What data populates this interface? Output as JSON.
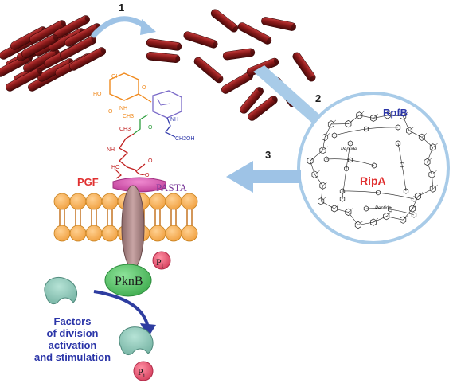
{
  "steps": {
    "one": "1",
    "two": "2",
    "three": "3"
  },
  "enzymes": {
    "rpfb": "RpfB",
    "ripa": "RipA",
    "peptide_a": "Peptide",
    "peptide_b": "Peptide"
  },
  "membrane": {
    "pgf": "PGF",
    "pasta": "PASTA",
    "pknb": "PknB",
    "pi_kinase": "P",
    "pi_kinase_sub": "i"
  },
  "factors": {
    "line1": "Factors",
    "line2": "of division",
    "line3": "activation",
    "line4": "and stimulation",
    "pi": "P",
    "pi_sub": "i"
  },
  "molecule": {
    "ho1": "HO",
    "oh1": "OH",
    "o1": "O",
    "nh1": "NH",
    "o2": "O",
    "ch3a": "CH3",
    "nh2": "NH",
    "ch2oh": "CH2OH",
    "ch3b": "CH3",
    "o3": "O",
    "nh3": "NH",
    "ho2": "HO",
    "o4": "O",
    "o5": "O"
  },
  "colors": {
    "rod": "#8b1a1a",
    "rod_dark": "#5a0d0d",
    "rod_light": "#c23a3a",
    "arrow_blue": "#9ec3e6",
    "circle_border": "#a8cbe8",
    "pasta_magenta": "#d95cb4",
    "lipid_head": "#f5ad4a",
    "tm_helix": "#b08a8a",
    "pknb_green": "#5cc26a",
    "pi_pink": "#e0506e",
    "factor_teal": "#8cc7b8",
    "dark_arrow": "#2e3da0",
    "red_label": "#e03030",
    "blue_label": "#2b35a8"
  }
}
